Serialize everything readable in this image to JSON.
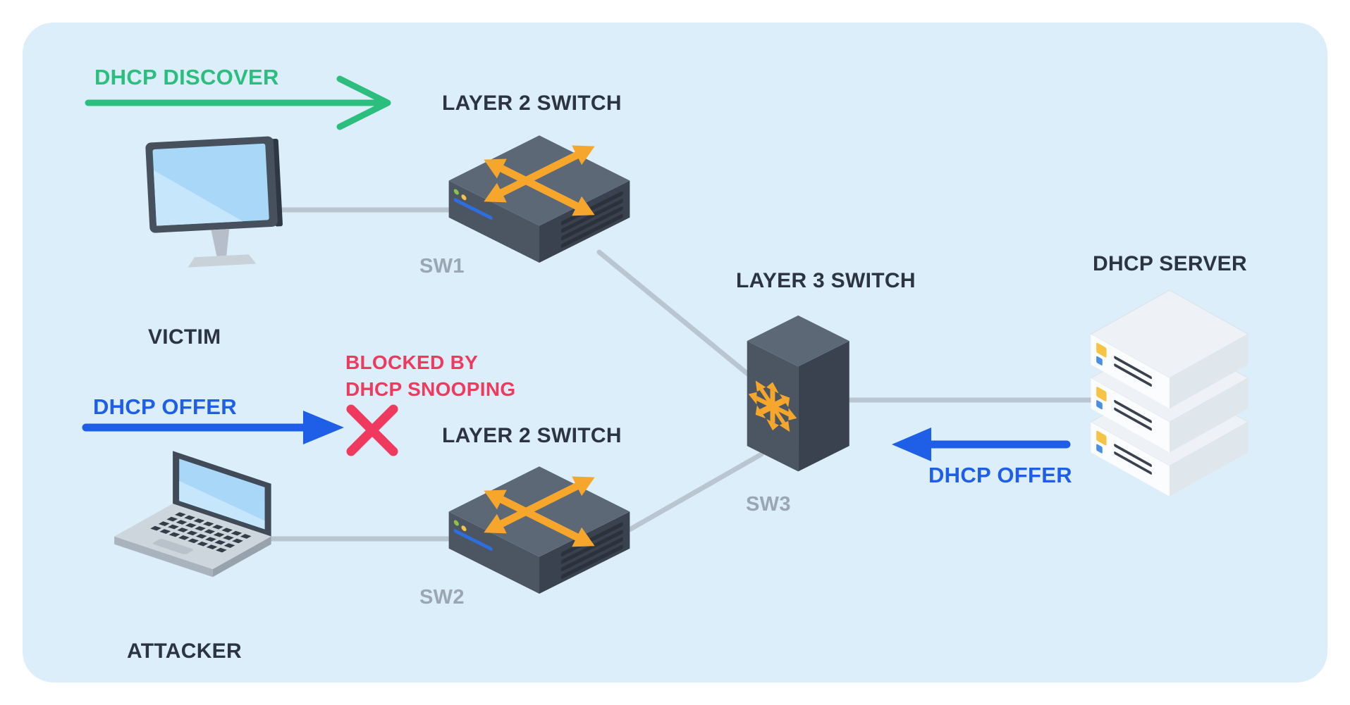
{
  "colors": {
    "panel_bg": "#DCEEF9",
    "discover_green": "#2BBE7E",
    "offer_blue": "#1F5FE8",
    "blocked_red": "#F0395F",
    "label_dark": "#2B3440",
    "label_gray": "#9AA6B2",
    "connector_gray": "#B9C5D0",
    "switch_orange": "#F6A62B"
  },
  "nodes": {
    "victim": {
      "label": "VICTIM"
    },
    "attacker": {
      "label": "ATTACKER"
    },
    "sw1": {
      "title": "LAYER 2 SWITCH",
      "tag": "SW1"
    },
    "sw2": {
      "title": "LAYER 2 SWITCH",
      "tag": "SW2"
    },
    "sw3": {
      "title": "LAYER 3 SWITCH",
      "tag": "SW3"
    },
    "server": {
      "title": "DHCP SERVER"
    }
  },
  "flows": {
    "discover": {
      "label": "DHCP DISCOVER"
    },
    "offer_blocked": {
      "label": "DHCP OFFER",
      "blocked_line1": "BLOCKED BY",
      "blocked_line2": "DHCP SNOOPING"
    },
    "offer_server": {
      "label": "DHCP OFFER"
    }
  }
}
